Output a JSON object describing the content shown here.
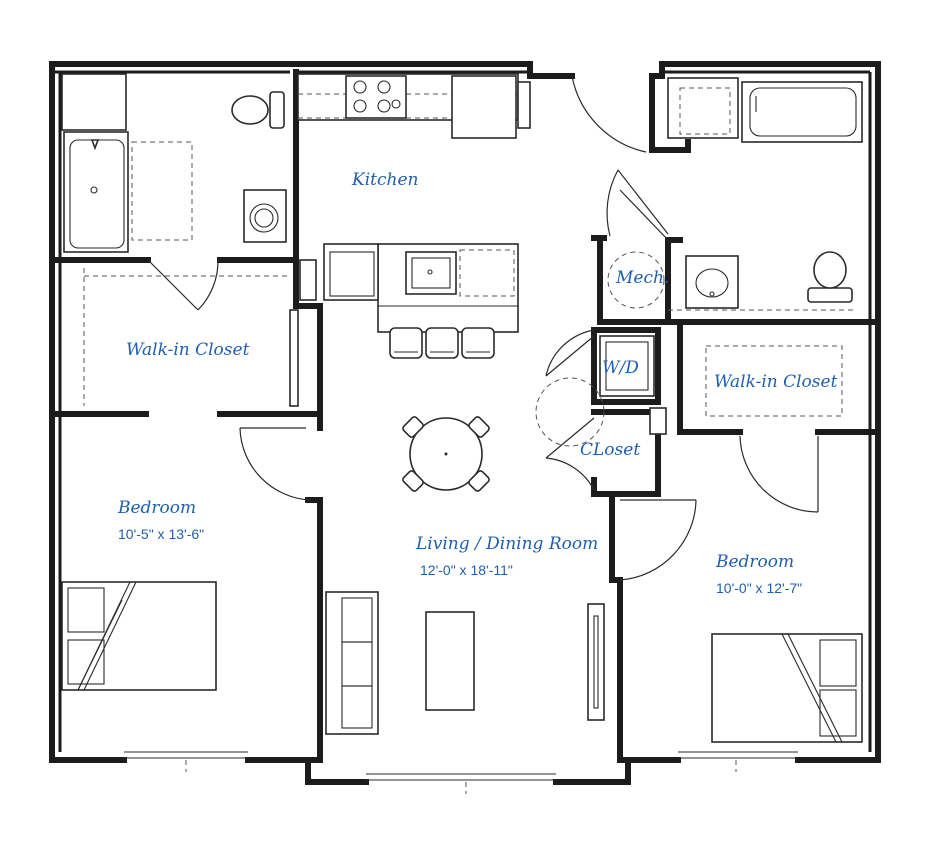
{
  "rooms": {
    "kitchen": {
      "name": "Kitchen"
    },
    "walkin_left": {
      "name": "Walk-in Closet"
    },
    "walkin_right": {
      "name": "Walk-in Closet"
    },
    "mech": {
      "name": "Mech."
    },
    "wd": {
      "name": "W/D"
    },
    "closet": {
      "name": "CLoset"
    },
    "bedroom_left": {
      "name": "Bedroom",
      "dims": "10'-5\" x 13'-6\""
    },
    "living": {
      "name": "Living / Dining Room",
      "dims": "12'-0\" x 18'-11\""
    },
    "bedroom_right": {
      "name": "Bedroom",
      "dims": "10'-0\" x 12'-7\""
    }
  },
  "colors": {
    "label": "#1f5fae",
    "walls": "#1c1c1c",
    "background": "#ffffff"
  }
}
